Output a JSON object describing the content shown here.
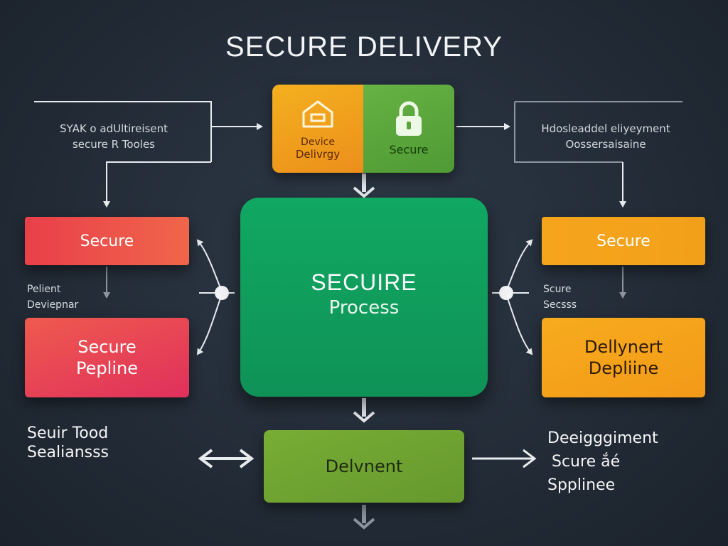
{
  "title": "SECURE DELIVERY",
  "top_box": {
    "left_icon": "home-icon",
    "left_line1": "Device",
    "left_line2": "Delivrgy",
    "right_icon": "lock-icon",
    "right_label": "Secure"
  },
  "top_left_note": {
    "line1": "SYAK o adUltireisent",
    "line2": "secure R Tooles"
  },
  "top_right_note": {
    "line1": "Hdosleaddel eliyeyment",
    "line2": "Oossersaisaine"
  },
  "left_box_1": "Secure",
  "left_box_2": {
    "line1": "Secure",
    "line2": "Pepline"
  },
  "left_mid_note": {
    "line1": "Pelient",
    "line2": "Deviepnar"
  },
  "right_box_1": "Secure",
  "right_box_2": {
    "line1": "Dellynert",
    "line2": "Depliine"
  },
  "right_mid_note": {
    "line1": "Scure",
    "line2": "Secsss"
  },
  "center_box": {
    "line1": "SECUIRE",
    "line2": "Process"
  },
  "bottom_box": "Delvnent",
  "bottom_left_note": {
    "line1": "Seuir Tood",
    "line2": "Sealiansss"
  },
  "bottom_right_note": {
    "line1": "Deeigggiment",
    "line2": "Scure ắé",
    "line3": "Spplinee"
  },
  "colors": {
    "background": "#232c37",
    "top_left": "#f0a21c",
    "top_right": "#5aa63c",
    "center": "#12985a",
    "left_box_1": "#ea4a4a",
    "left_box_2": "#e33c54",
    "right_boxes": "#f4a21a",
    "bottom": "#6fa232",
    "arrows": "#e8ecef"
  }
}
